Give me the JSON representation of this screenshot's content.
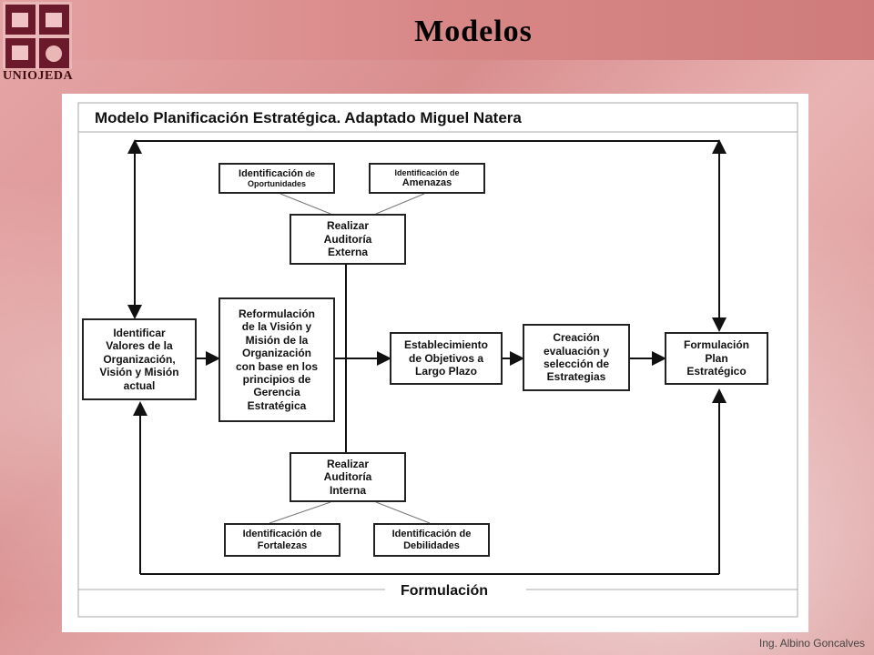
{
  "header": {
    "title": "Modelos",
    "logo_text": "UNIOJEDA"
  },
  "footer": {
    "author": "Ing. Albino Goncalves"
  },
  "diagram": {
    "title": "Modelo Planificación Estratégica. Adaptado Miguel Natera",
    "bottom_label": "Formulación",
    "nodes": {
      "opportunities": {
        "line1": "Identificación",
        "line1b": "de",
        "line2": "Oportunidades"
      },
      "threats": {
        "line1": "Identificación de",
        "line2": "Amenazas"
      },
      "external_audit": {
        "line1": "Realizar",
        "line2": "Auditoría",
        "line3": "Externa"
      },
      "values": {
        "line1": "Identificar",
        "line2": "Valores de la",
        "line3": "Organización,",
        "line4": "Visión y Misión",
        "line5": "actual"
      },
      "reformulation": {
        "line1": "Reformulación",
        "line2": "de la Visión y",
        "line3": "Misión de la",
        "line4": "Organización",
        "line5": "con base en los",
        "line6": "principios de",
        "line7": "Gerencia",
        "line8": "Estratégica"
      },
      "objectives": {
        "line1": "Establecimiento",
        "line2": "de Objetivos a",
        "line3": "Largo Plazo"
      },
      "strategies": {
        "line1": "Creación",
        "line2": "evaluación y",
        "line3": "selección de",
        "line4": "Estrategias"
      },
      "plan": {
        "line1": "Formulación",
        "line2": "Plan",
        "line3": "Estratégico"
      },
      "internal_audit": {
        "line1": "Realizar",
        "line2": "Auditoría",
        "line3": "Interna"
      },
      "strengths": {
        "line1": "Identificación de",
        "line2": "Fortalezas"
      },
      "weaknesses": {
        "line1": "Identificación de",
        "line2": "Debilidades"
      }
    }
  }
}
